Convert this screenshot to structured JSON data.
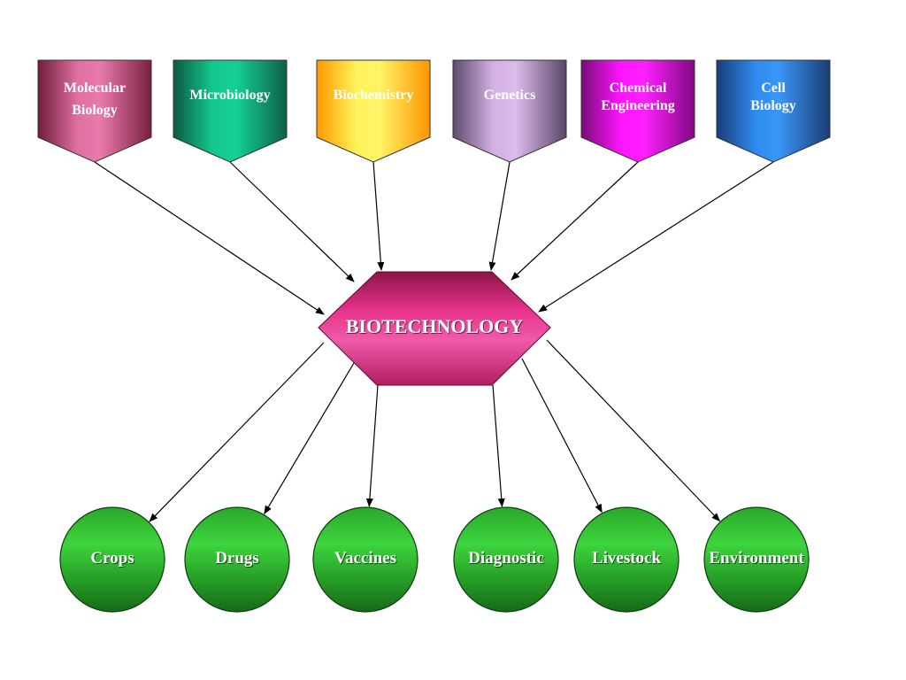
{
  "center": {
    "label": "BIOTECHNOLOGY",
    "gradient": [
      "#8c1448",
      "#e8348c",
      "#f05aa8",
      "#b11e60"
    ]
  },
  "sources": [
    {
      "lines": [
        "Molecular",
        "Biology"
      ],
      "gradient": [
        "#6e1d3c",
        "#e070a0",
        "#e87aac",
        "#7a2040"
      ],
      "text_color": "#ffffff"
    },
    {
      "lines": [
        "Microbiology"
      ],
      "gradient": [
        "#0c5a44",
        "#13c88e",
        "#14d096",
        "#0e6048"
      ],
      "text_color": "#ffffff"
    },
    {
      "lines": [
        "Biochemistry"
      ],
      "gradient": [
        "#ff9a00",
        "#fff25a",
        "#fff46a",
        "#ff9600"
      ],
      "text_color": "#ffffff"
    },
    {
      "lines": [
        "Genetics"
      ],
      "gradient": [
        "#5e4a6e",
        "#d2b0e2",
        "#dcbcea",
        "#5a4668"
      ],
      "text_color": "#ffffff"
    },
    {
      "lines": [
        "Chemical",
        "Engineering"
      ],
      "gradient": [
        "#7a0a7a",
        "#ff14ff",
        "#ff20ff",
        "#820882"
      ],
      "text_color": "#ffffff"
    },
    {
      "lines": [
        "Cell",
        "Biology"
      ],
      "gradient": [
        "#1a3e7a",
        "#2e8cf0",
        "#3a96f6",
        "#1a3c74"
      ],
      "text_color": "#ffffff"
    }
  ],
  "outputs": [
    {
      "label": "Crops"
    },
    {
      "label": "Drugs"
    },
    {
      "label": "Vaccines"
    },
    {
      "label": "Diagnostic"
    },
    {
      "label": "Livestock"
    },
    {
      "label": "Environment"
    }
  ],
  "colors": {
    "output_fill_top": "#3ed43e",
    "output_fill_bottom": "#176a17",
    "arrow": "#000000"
  }
}
